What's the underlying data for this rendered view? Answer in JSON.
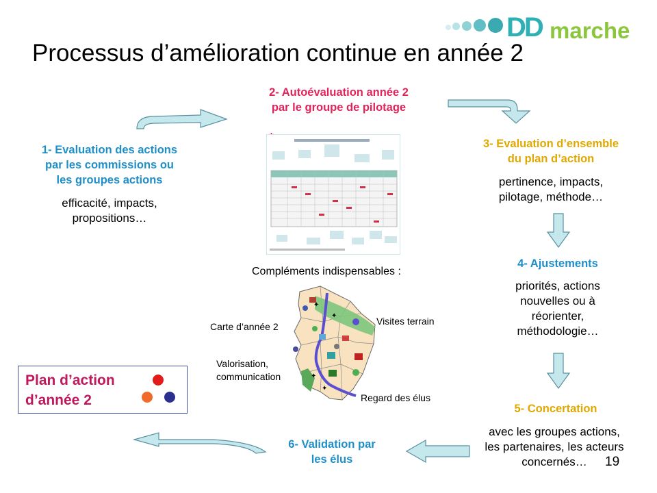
{
  "logo": {
    "text_dd": "DD",
    "text_marche": "marche"
  },
  "title": "Processus d’amélioration continue en année 2",
  "step1": {
    "heading_lines": [
      "1- Evaluation des actions",
      "par les commissions ou",
      "les groupes actions"
    ],
    "body_lines": [
      "efficacité, impacts,",
      "propositions…"
    ]
  },
  "step2": {
    "heading_lines": [
      "2- Autoévaluation année 2",
      "par le groupe de pilotage"
    ]
  },
  "step3": {
    "heading_lines": [
      "3- Evaluation d’ensemble",
      "du plan d’action"
    ],
    "body_lines": [
      "pertinence, impacts,",
      "pilotage, méthode…"
    ]
  },
  "step4": {
    "heading": "4- Ajustements",
    "body_lines": [
      "priorités, actions",
      "nouvelles ou à",
      "réorienter,",
      "méthodologie…"
    ]
  },
  "step5": {
    "heading": "5- Concertation",
    "body_lines": [
      "avec les groupes actions,",
      "les partenaires, les acteurs",
      "concernés…"
    ]
  },
  "step6": {
    "heading_lines": [
      "6- Validation par",
      "les élus"
    ]
  },
  "asterisk": "*",
  "complements": "Compléments indispensables :",
  "map_labels": {
    "carte": "Carte d’année 2",
    "visites": "Visites terrain",
    "valorisation_lines": [
      "Valorisation,",
      "communication"
    ],
    "regard": "Regard des élus"
  },
  "plan": {
    "lines": [
      "Plan d’action",
      "d’année 2"
    ]
  },
  "page_number": "19",
  "colors": {
    "blue": "#1f8fc9",
    "red": "#e0245a",
    "yellow": "#e0a800",
    "arrow_fill": "#c5e8ec",
    "arrow_stroke": "#5a8fa0",
    "dot_red": "#e31b1b",
    "dot_orange": "#f06a2a",
    "dot_navy": "#2b2f8f"
  }
}
